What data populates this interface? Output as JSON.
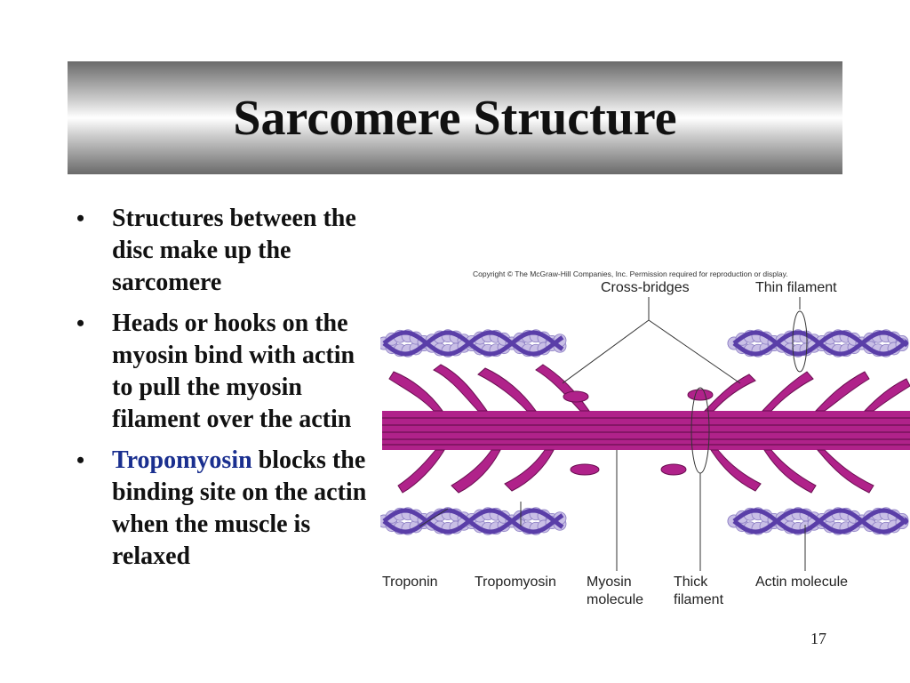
{
  "slide": {
    "title": "Sarcomere Structure",
    "page_number": "17"
  },
  "bullets": [
    {
      "text": "Structures between the disc make up the sarcomere"
    },
    {
      "text": "Heads or hooks on the myosin bind with actin to pull the myosin filament over the actin"
    },
    {
      "highlight": "Tropomyosin",
      "text": " blocks the binding site on the actin when the muscle is relaxed"
    }
  ],
  "figure": {
    "copyright": "Copyright © The McGraw-Hill Companies, Inc. Permission required for reproduction or display.",
    "labels": {
      "cross_bridges": "Cross-bridges",
      "thin_filament": "Thin filament",
      "troponin": "Troponin",
      "tropomyosin": "Tropomyosin",
      "myosin_line1": "Myosin",
      "myosin_line2": "molecule",
      "thick_line1": "Thick",
      "thick_line2": "filament",
      "actin_molecule": "Actin molecule"
    },
    "colors": {
      "myosin": "#b0228a",
      "actin_bead": "#c9bfe6",
      "actin_strand": "#5a3ea8",
      "tropomyosin": "#4b2e9a"
    }
  }
}
